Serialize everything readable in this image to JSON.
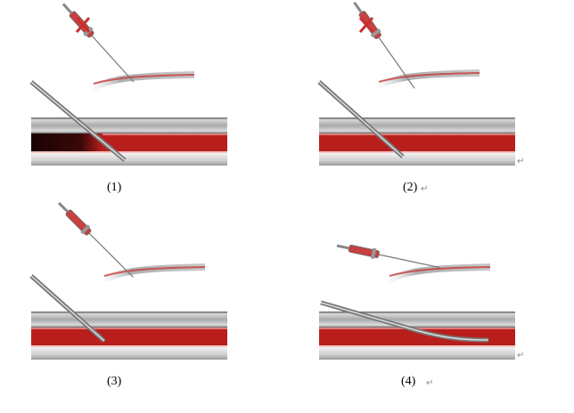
{
  "figure": {
    "panels": [
      {
        "caption": "(1)",
        "return_mark": ""
      },
      {
        "caption": "(2)",
        "return_mark": "↵"
      },
      {
        "caption": "(3)",
        "return_mark": ""
      },
      {
        "caption": "(4)",
        "return_mark": "↵"
      }
    ],
    "line_end_marks": [
      "↵",
      "↵"
    ]
  },
  "colors": {
    "blood": "#b81f1c",
    "tissue": "#bfbfbf",
    "dark_blood": "#2a0505"
  }
}
